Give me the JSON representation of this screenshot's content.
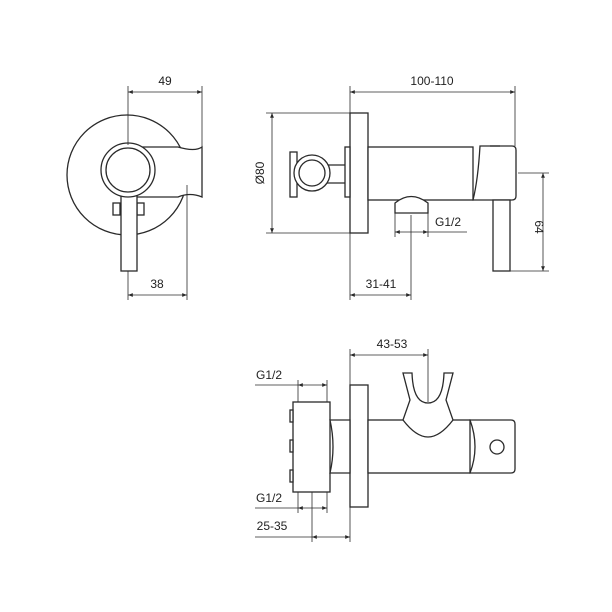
{
  "drawing": {
    "views": {
      "front": {
        "dim_width_top": "49",
        "dim_width_bottom": "38"
      },
      "side": {
        "dim_diameter": "Ø80",
        "dim_length": "100-110",
        "dim_outlet_thread": "G1/2",
        "dim_outlet_offset": "31-41",
        "dim_lever_height": "64"
      },
      "top": {
        "dim_holder_offset": "43-53",
        "dim_inlet_thread_top": "G1/2",
        "dim_inlet_thread_bottom": "G1/2",
        "dim_installation_depth": "25-35"
      }
    },
    "line_color": "#2a2a2a",
    "background": "#ffffff"
  }
}
